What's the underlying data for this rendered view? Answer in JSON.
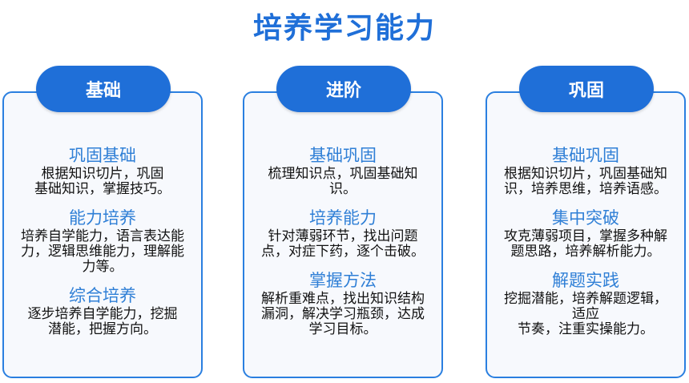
{
  "title": "培养学习能力",
  "columns": [
    {
      "label": "基础",
      "sections": [
        {
          "title": "巩固基础",
          "body": "根据知识切片，巩固\n基础知识，掌握技巧。"
        },
        {
          "title": "能力培养",
          "body": "培养自学能力，语言表达能\n力，逻辑思维能力，理解能\n力等。"
        },
        {
          "title": "综合培养",
          "body": "逐步培养自学能力，挖掘\n潜能，把握方向。"
        }
      ]
    },
    {
      "label": "进阶",
      "sections": [
        {
          "title": "基础巩固",
          "body": "梳理知识点，巩固基础知\n识。"
        },
        {
          "title": "培养能力",
          "body": "针对薄弱环节，找出问题\n点，对症下药，逐个击破。"
        },
        {
          "title": "掌握方法",
          "body": "解析重难点，找出知识结构\n漏洞，解决学习瓶颈，达成\n学习目标。"
        }
      ]
    },
    {
      "label": "巩固",
      "sections": [
        {
          "title": "基础巩固",
          "body": "根据知识切片，巩固基础知\n识，培养思维，培养语感。"
        },
        {
          "title": "集中突破",
          "body": "攻克薄弱项目，掌握多种解\n题思路，培养解析能力。"
        },
        {
          "title": "解题实践",
          "body": "挖掘潜能，培养解题逻辑，\n适应\n节奏，注重实操能力。"
        }
      ]
    }
  ]
}
